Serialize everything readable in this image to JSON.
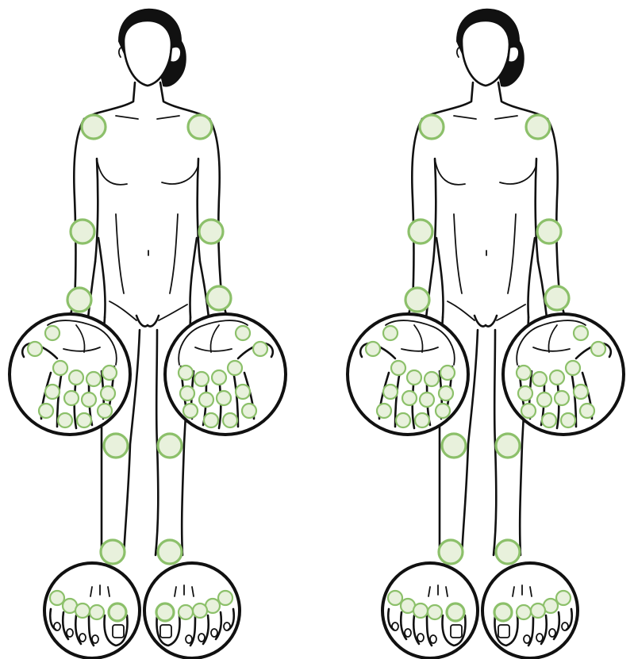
{
  "diagram": {
    "figures": [
      {
        "name": "left-figure",
        "view": "back"
      },
      {
        "name": "right-figure",
        "view": "front"
      }
    ],
    "colors": {
      "outline": "#111111",
      "joint_fill": "#e8f1dc",
      "joint_stroke": "#8cc06a",
      "background": "#ffffff"
    }
  }
}
